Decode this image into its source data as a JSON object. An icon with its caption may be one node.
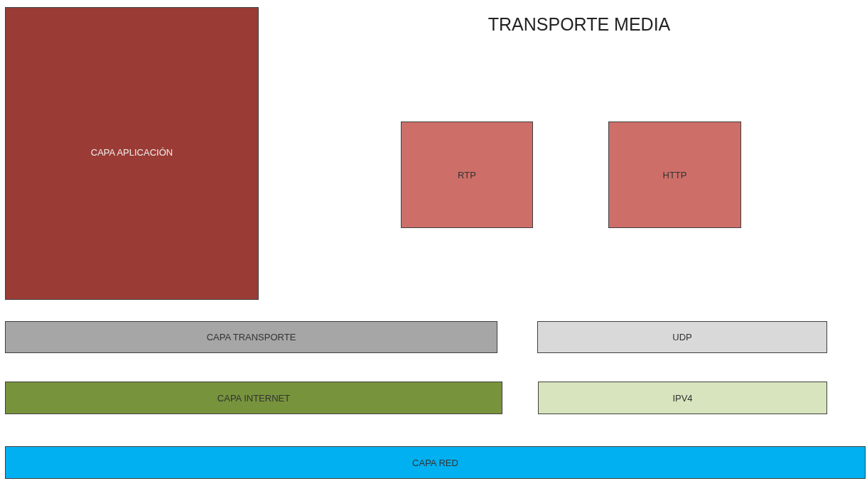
{
  "diagram": {
    "title": "TRANSPORTE MEDIA",
    "nodes": [
      {
        "text": [
          "CAPA APLICACIÓN"
        ]
      },
      {
        "text": [
          "RTP"
        ]
      },
      {
        "text": [
          "HTTP"
        ]
      },
      {
        "text": [
          "CAPA TRANSPORTE"
        ]
      },
      {
        "text": [
          "UDP"
        ]
      },
      {
        "text": [
          "CAPA INTERNET"
        ]
      },
      {
        "text": [
          "IPV4"
        ]
      },
      {
        "text": [
          "CAPA RED"
        ]
      }
    ]
  }
}
